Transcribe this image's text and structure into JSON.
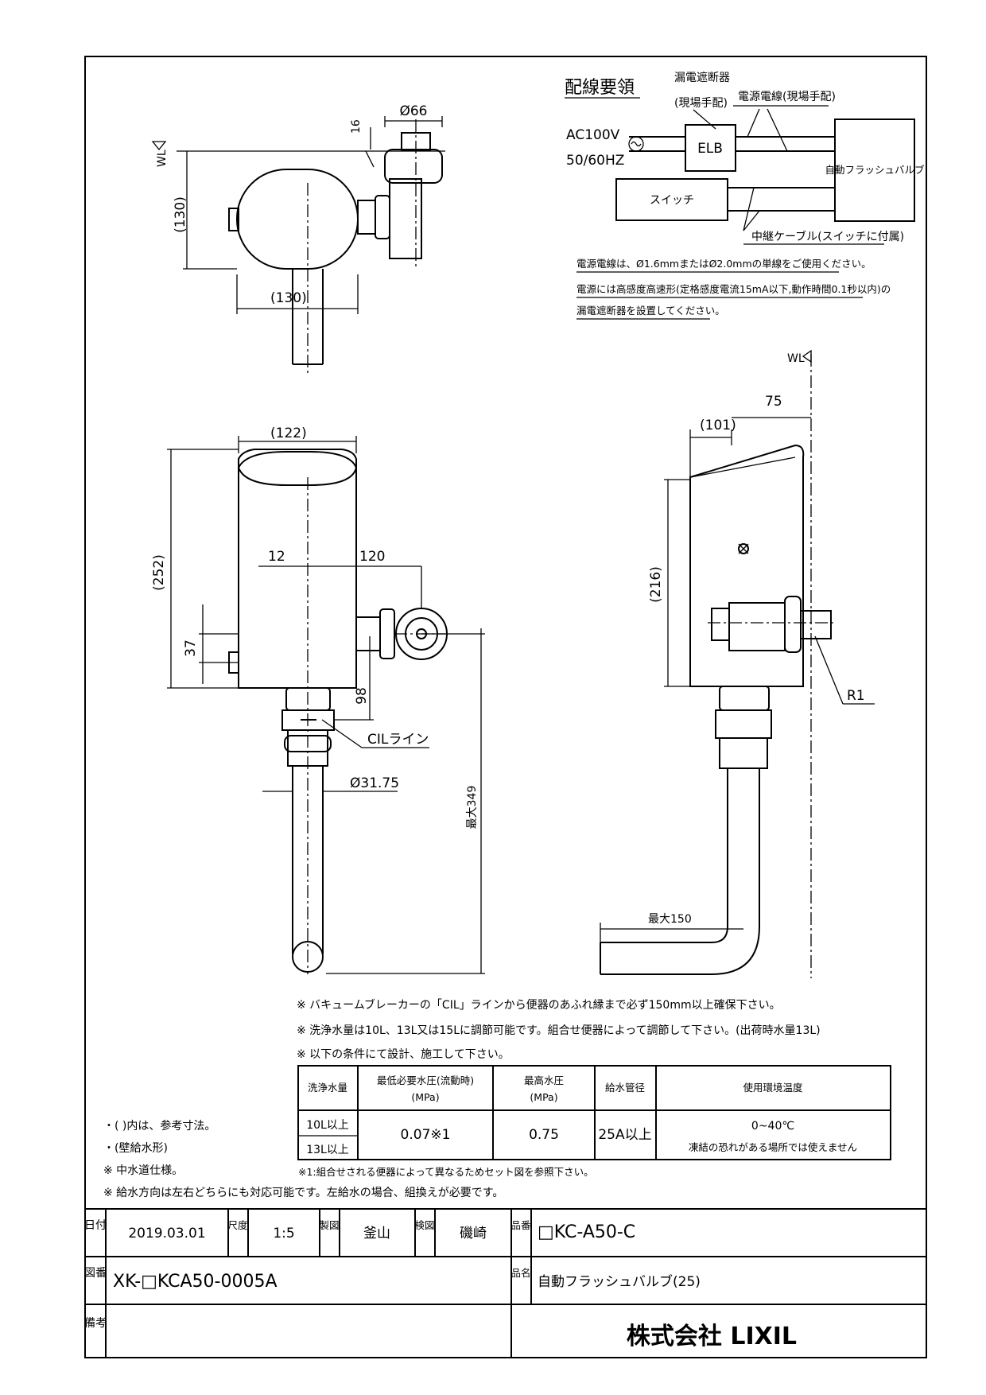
{
  "wiring": {
    "title": "配線要領",
    "breaker_label": "漏電遮断器",
    "breaker_note": "(現場手配)",
    "power_line_label": "電源電線(現場手配)",
    "ac_voltage": "AC100V",
    "frequency": "50/60HZ",
    "elb": "ELB",
    "valve_box": "自動フラッシュバルブ",
    "switch_box": "スイッチ",
    "relay_cable": "中継ケーブル(スイッチに付属)",
    "note1": "電源電線は、Ø1.6mmまたはØ2.0mmの単線をご使用ください。",
    "note2": "電源には高感度高速形(定格感度電流15mA以下,動作時間0.1秒以内)の",
    "note3": "漏電遮断器を設置してください。"
  },
  "top_view": {
    "dim_diameter": "Ø66",
    "dim_16": "16",
    "wl": "WL",
    "dim_height": "(130)",
    "dim_width": "(130)"
  },
  "front_view": {
    "dim_width": "(122)",
    "dim_height": "(252)",
    "dim_12": "12",
    "dim_120": "120",
    "dim_37": "37",
    "dim_98": "98",
    "cil_line": "CILライン",
    "pipe_diameter": "Ø31.75",
    "max_349": "最大349"
  },
  "side_view": {
    "wl": "WL",
    "dim_75": "75",
    "dim_101": "(101)",
    "dim_216": "(216)",
    "r1": "R1",
    "max_150": "最大150"
  },
  "notes": [
    "※ バキュームブレーカーの「CIL」ラインから便器のあふれ縁まで必ず150mm以上確保下さい。",
    "※ 洗浄水量は10L、13L又は15Lに調節可能です。組合せ便器によって調節して下さい。(出荷時水量13L)",
    "※ 以下の条件にて設計、施工して下さい。"
  ],
  "spec_table": {
    "headers": [
      "洗浄水量",
      "最低必要水圧(流動時)",
      "最高水圧",
      "給水管径",
      "使用環境温度"
    ],
    "header_units": [
      "",
      "(MPa)",
      "(MPa)",
      "",
      ""
    ],
    "row1_volume": "10L以上",
    "row2_volume": "13L以上",
    "min_pressure": "0.07※1",
    "max_pressure": "0.75",
    "pipe": "25A以上",
    "temp": "0~40℃",
    "temp_note": "凍結の恐れがある場所では使えません",
    "footnote": "※1:組合せされる便器によって異なるためセット図を参照下さい。"
  },
  "left_notes": [
    "・(  )内は、参考寸法。",
    "・(壁給水形)",
    "※ 中水道仕様。",
    "※ 給水方向は左右どちらにも対応可能です。左給水の場合、組換えが必要です。"
  ],
  "title_block": {
    "date_label": "日付",
    "date": "2019.03.01",
    "scale_label": "尺度",
    "scale": "1:5",
    "drawn_label": "製図",
    "drawn_by": "釜山",
    "checked_label": "検図",
    "checked_by": "磯崎",
    "product_no_label": "品番",
    "product_no": "□KC-A50-C",
    "drawing_no_label": "図番",
    "drawing_no": "XK-□KCA50-0005A",
    "product_name_label": "品名",
    "product_name": "自動フラッシュバルブ(25)",
    "remarks_label": "備考",
    "company": "株式会社 LIXIL"
  }
}
